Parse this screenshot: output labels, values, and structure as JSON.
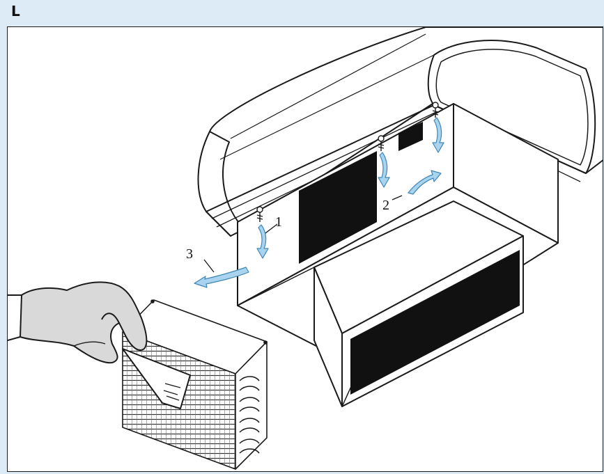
{
  "section": {
    "letter": "L"
  },
  "callouts": [
    {
      "number": "1",
      "meaning": ""
    },
    {
      "number": "2",
      "meaning": ""
    },
    {
      "number": "3",
      "meaning": ""
    }
  ],
  "colors": {
    "background_band": "#dcebf6",
    "arrow_fill": "#a9d4ef",
    "arrow_stroke": "#3f86b5",
    "grille": "#111111",
    "glove": "#d9d9d9",
    "line": "#1a1a1a"
  }
}
